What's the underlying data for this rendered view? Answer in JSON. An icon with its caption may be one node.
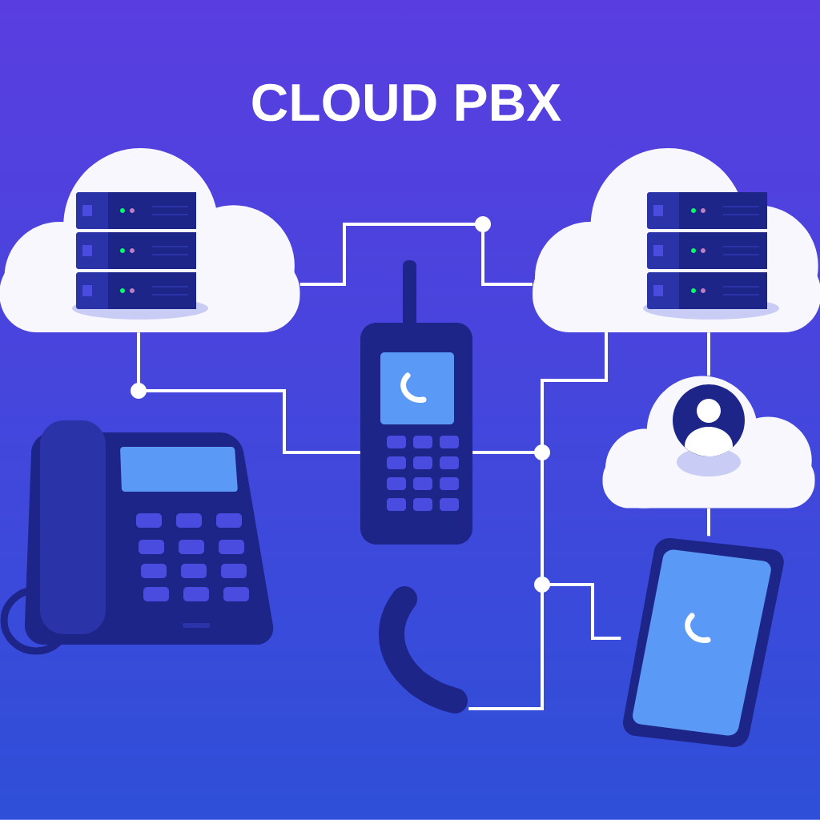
{
  "diagram": {
    "title": "CLOUD PBX",
    "nodes": [
      {
        "text": [],
        "shape": "cloud"
      },
      {
        "text": [],
        "shape": "cloud"
      },
      {
        "text": [],
        "shape": "picture"
      },
      {
        "text": [],
        "shape": "picture"
      },
      {
        "text": [],
        "shape": "picture"
      },
      {
        "text": [],
        "shape": "cloud"
      },
      {
        "text": [],
        "shape": "picture"
      }
    ],
    "edges": [
      {
        "from": 0,
        "to": 1,
        "arrow": "none"
      },
      {
        "from": 0,
        "to": 3,
        "arrow": "none"
      },
      {
        "from": 1,
        "to": 3,
        "arrow": "none"
      },
      {
        "from": 1,
        "to": 4,
        "arrow": "none"
      },
      {
        "from": 1,
        "to": 6,
        "arrow": "none"
      },
      {
        "from": 1,
        "to": 5,
        "arrow": "none"
      },
      {
        "from": 5,
        "to": 6,
        "arrow": "none"
      }
    ]
  }
}
